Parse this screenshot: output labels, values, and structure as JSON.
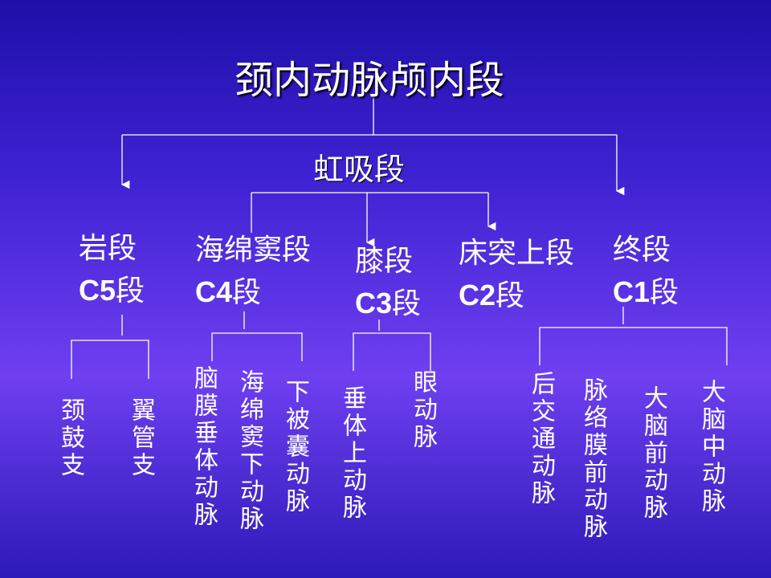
{
  "title": "颈内动脉颅内段",
  "siphon": "虹吸段",
  "segments": [
    {
      "name": "岩段",
      "code": "C5",
      "suffix": "段"
    },
    {
      "name": "海绵窦段",
      "code": "C4",
      "suffix": "段"
    },
    {
      "name": "膝段",
      "code": "C3",
      "suffix": "段"
    },
    {
      "name": "床突上段",
      "code": "C2",
      "suffix": "段"
    },
    {
      "name": "终段",
      "code": "C1",
      "suffix": "段"
    }
  ],
  "branches": {
    "c5": [
      "颈鼓支",
      "翼管支"
    ],
    "c4": [
      "脑膜垂体动脉",
      "海绵窦下动脉",
      "下被囊动脉"
    ],
    "c3": [
      "垂体上动脉",
      "眼动脉"
    ],
    "c1": [
      "后交通动脉",
      "脉络膜前动脉",
      "大脑前动脉",
      "大脑中动脉"
    ]
  }
}
